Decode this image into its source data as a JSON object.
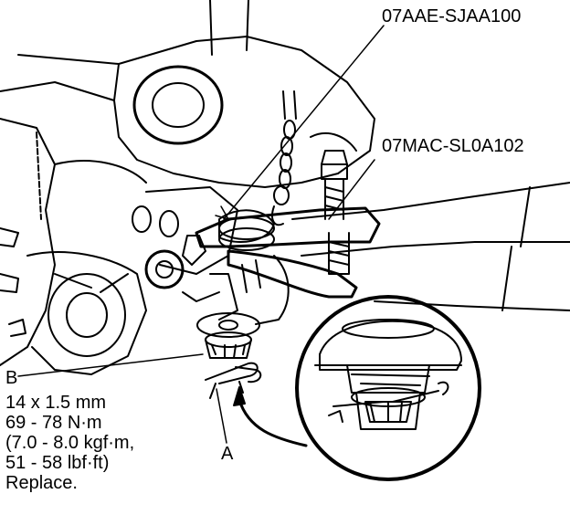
{
  "labels": {
    "tool_upper": "07AAE-SJAA100",
    "tool_lower": "07MAC-SL0A102",
    "part_b": "B",
    "part_a": "A"
  },
  "spec": {
    "line1": "14 x 1.5 mm",
    "line2": "69 - 78 N·m",
    "line3": "(7.0 - 8.0 kgf·m,",
    "line4": "51 - 58 lbf·ft)",
    "line5": "Replace."
  },
  "colors": {
    "ink": "#000000",
    "paper": "#ffffff"
  }
}
